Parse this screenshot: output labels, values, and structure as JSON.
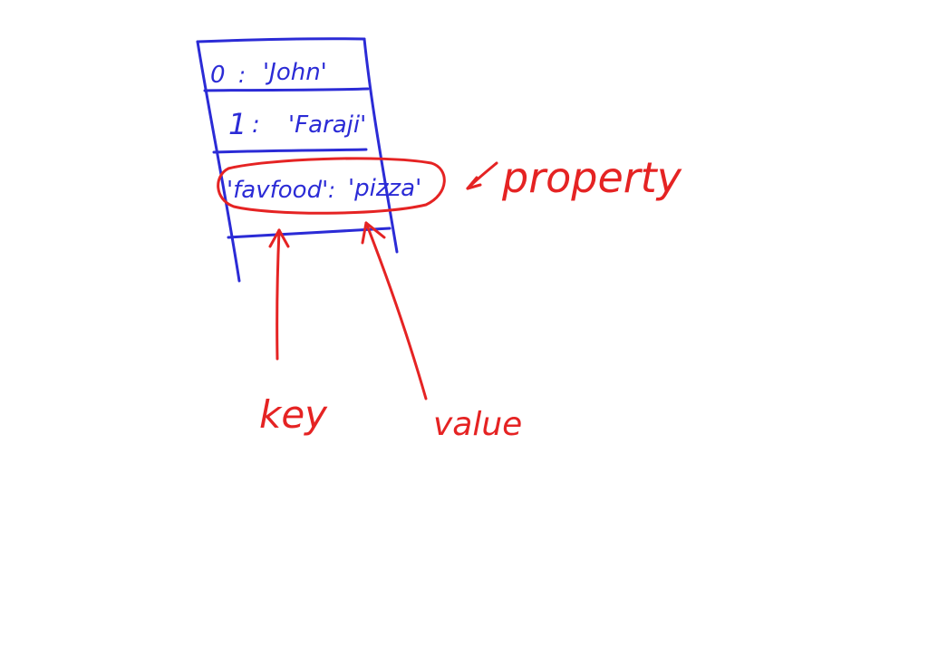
{
  "colors": {
    "blue_ink": "#2b2bd6",
    "red_ink": "#e52323",
    "background": "#ffffff"
  },
  "object_box": {
    "rows": [
      {
        "key": "0",
        "separator": ":",
        "value": "'John'"
      },
      {
        "key": "1",
        "separator": ":",
        "value": "'Faraji'"
      },
      {
        "key": "'favfood'",
        "separator": ":",
        "value": "'pizza'"
      }
    ]
  },
  "annotations": {
    "property_label": "property",
    "key_label": "key",
    "value_label": "value"
  }
}
